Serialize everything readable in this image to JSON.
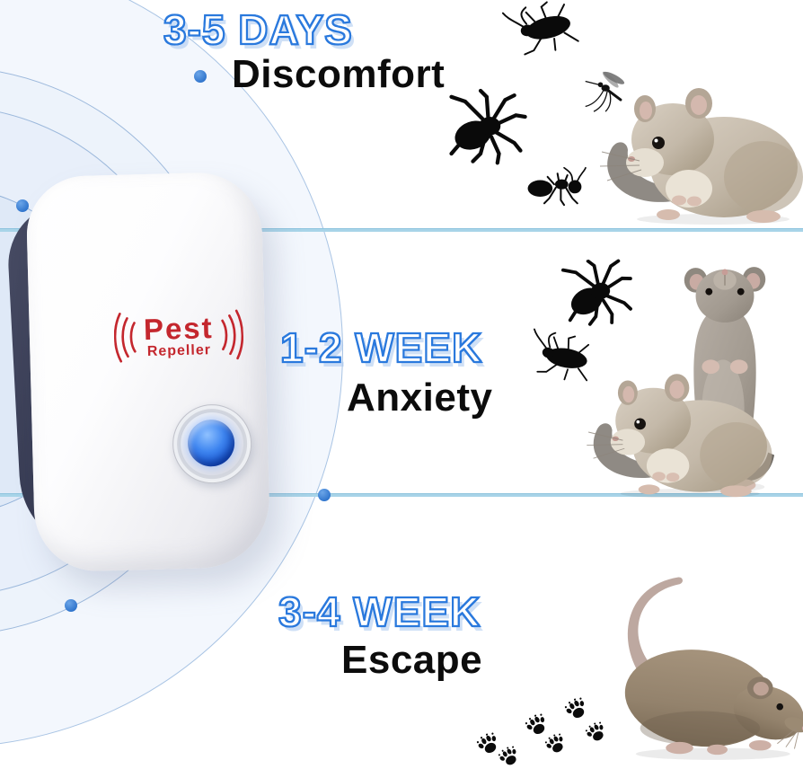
{
  "stages": [
    {
      "duration": "3-5 DAYS",
      "effect": "Discomfort",
      "pests": [
        "cockroach",
        "spider",
        "mosquito",
        "ant"
      ],
      "animals": [
        "sitting mouse"
      ]
    },
    {
      "duration": "1-2 WEEK",
      "effect": "Anxiety",
      "pests": [
        "spider",
        "cockroach"
      ],
      "animals": [
        "standing mouse",
        "sitting mouse"
      ]
    },
    {
      "duration": "3-4 WEEK",
      "effect": "Escape",
      "pests": [],
      "animals": [
        "walking rat",
        "paw prints"
      ]
    }
  ],
  "device": {
    "logo_line1": "Pest",
    "logo_line2": "Repeller"
  },
  "colors": {
    "duration_outline": "#2a79dd",
    "duration_fill": "#ffffff",
    "effect_text": "#0c0c0c",
    "logo_red": "#c4272e",
    "divider_line": "#a8d4e8",
    "wave_dot": "#2f74cc",
    "device_side_band": "#30344c",
    "led_blue": "#1556d6",
    "circle_fill_inner": "#dfe9f7",
    "circle_border": "#9db9dc"
  }
}
